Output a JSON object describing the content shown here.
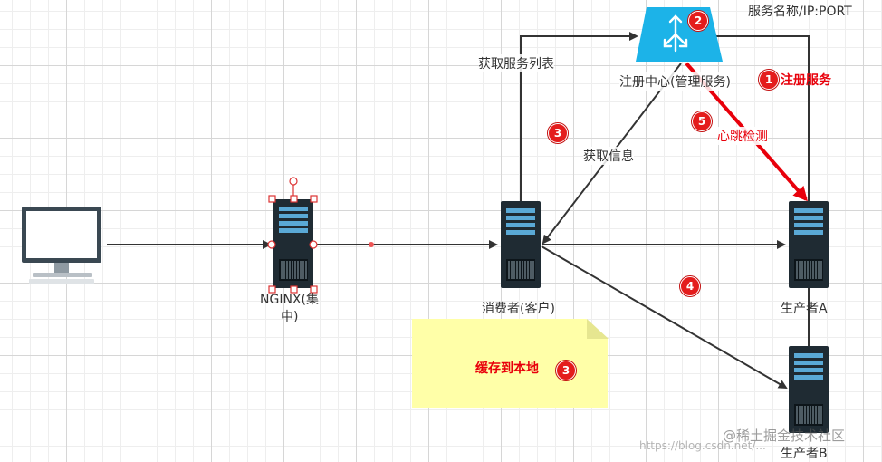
{
  "labels": {
    "service_meta": "服务名称/IP:PORT",
    "registry": "注册中心(管理服务)",
    "get_service_list": "获取服务列表",
    "get_info": "获取信息",
    "register_service": "注册服务",
    "heartbeat": "心跳检测",
    "nginx_line1": "NGINX(集",
    "nginx_line2": "中)",
    "consumer": "消费者(客户)",
    "producer_a": "生产者A",
    "producer_b": "生产者B",
    "cache_local": "缓存到本地"
  },
  "badges": {
    "b1": "1",
    "b2": "2",
    "b3a": "3",
    "b3b": "3",
    "b4": "4",
    "b5": "5"
  },
  "watermark": {
    "url": "https://blog.csdn.net/...",
    "brand": "@稀土掘金技术社区"
  },
  "colors": {
    "line": "#333333",
    "highlight": "#e8000b",
    "registry_blue": "#1cb3e8",
    "server_dark": "#1f2b33",
    "note_bg": "#ffffa8"
  }
}
